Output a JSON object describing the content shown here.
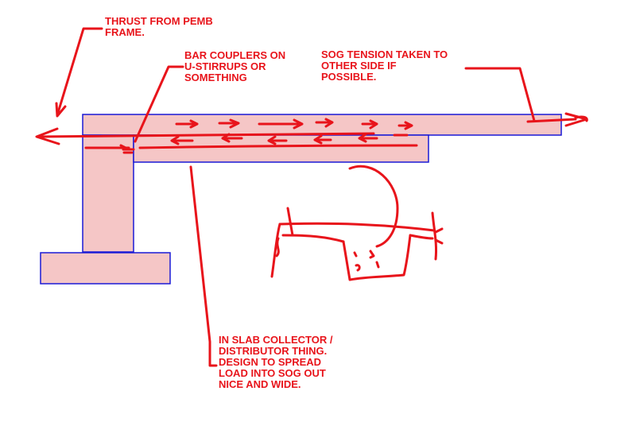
{
  "colors": {
    "ink": "#e8141b",
    "member_fill": "#f5c6c6",
    "member_stroke": "#1a1ad6",
    "background": "#ffffff"
  },
  "annotations": {
    "thrust": "THRUST FROM PEMB\nFRAME.",
    "couplers": "BAR COUPLERS ON\nU-STIRRUPS OR\nSOMETHING",
    "sog_tension": "SOG TENSION TAKEN TO\nOTHER SIDE IF\nPOSSIBLE.",
    "slab_collector": "IN SLAB COLLECTOR /\nDISTRIBUTOR THING.\nDESIGN TO SPREAD\nLOAD INTO SOG OUT\nNICE AND WIDE."
  }
}
